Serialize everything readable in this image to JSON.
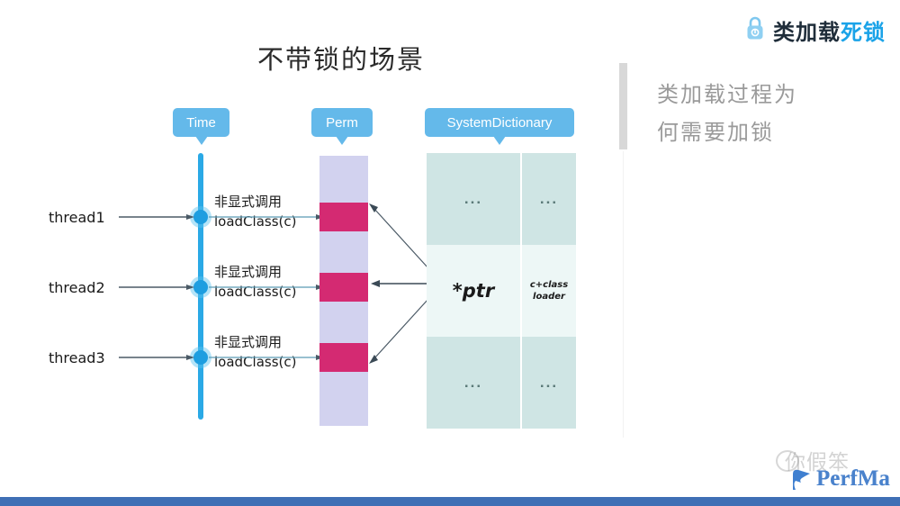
{
  "header": {
    "lock_icon": "lock-icon",
    "brand_part1": "类加载",
    "brand_part2": "死锁",
    "brand_color_dark": "#1f2d3a",
    "brand_color_accent": "#1ba3e8"
  },
  "slide": {
    "title": "不带锁的场景"
  },
  "sidebar": {
    "caption_line1": "类加载过程为",
    "caption_line2": "何需要加锁",
    "caption_color": "#9a9a9a",
    "accent_color": "#d8d8d8"
  },
  "badges": {
    "time": "Time",
    "perm": "Perm",
    "system_dictionary": "SystemDictionary",
    "color": "#64b9ea"
  },
  "timeline": {
    "axis_color": "#2aa9e6",
    "dot_color": "#1e9ee0",
    "threads": [
      {
        "label": "thread1",
        "note_line1": "非显式调用",
        "note_line2": "loadClass(c)"
      },
      {
        "label": "thread2",
        "note_line1": "非显式调用",
        "note_line2": "loadClass(c)"
      },
      {
        "label": "thread3",
        "note_line1": "非显式调用",
        "note_line2": "loadClass(c)"
      }
    ]
  },
  "perm": {
    "background_color": "#d2d2ef",
    "block_color": "#d42a72",
    "block_count": 3
  },
  "system_dictionary_table": {
    "row_color": "#cfe5e4",
    "highlight_row_color": "#edf7f6",
    "rows": [
      {
        "col1": "...",
        "col2": "...",
        "highlight": false
      },
      {
        "col1": "*ptr",
        "col2_line1": "c+class",
        "col2_line2": "loader",
        "highlight": true
      },
      {
        "col1": "...",
        "col2": "...",
        "highlight": false
      }
    ]
  },
  "footer": {
    "watermark": "你假笨",
    "logo_text": "PerfMa",
    "logo_color": "#4a82cc",
    "bottom_bar_color": "#3f6fb5"
  }
}
